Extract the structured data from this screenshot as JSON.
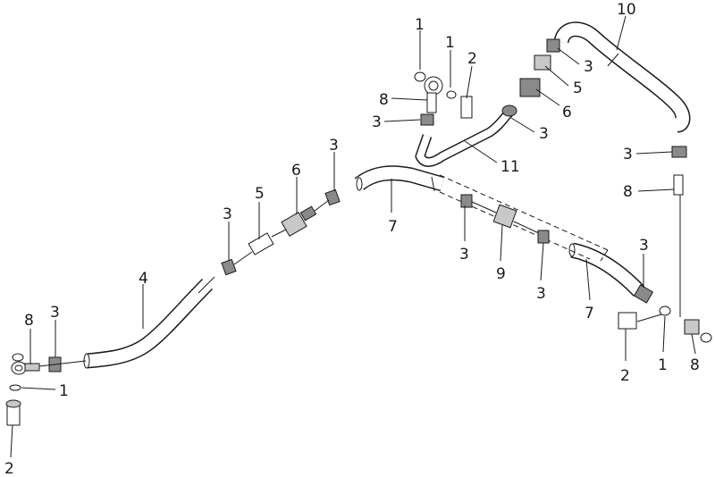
{
  "callouts": {
    "c1": "1",
    "c2": "1",
    "c3": "2",
    "c4": "8",
    "c5": "3",
    "c6": "3",
    "c7": "11",
    "c8": "10",
    "c9": "3",
    "c10": "5",
    "c11": "6",
    "c12": "3",
    "c13": "8",
    "c14": "3",
    "c15": "6",
    "c16": "5",
    "c17": "3",
    "c18": "7",
    "c19": "4",
    "c20": "3",
    "c21": "9",
    "c22": "3",
    "c23": "7",
    "c24": "3",
    "c25": "8",
    "c26": "3",
    "c27": "1",
    "c28": "2",
    "c29": "2",
    "c30": "1",
    "c31": "8"
  }
}
